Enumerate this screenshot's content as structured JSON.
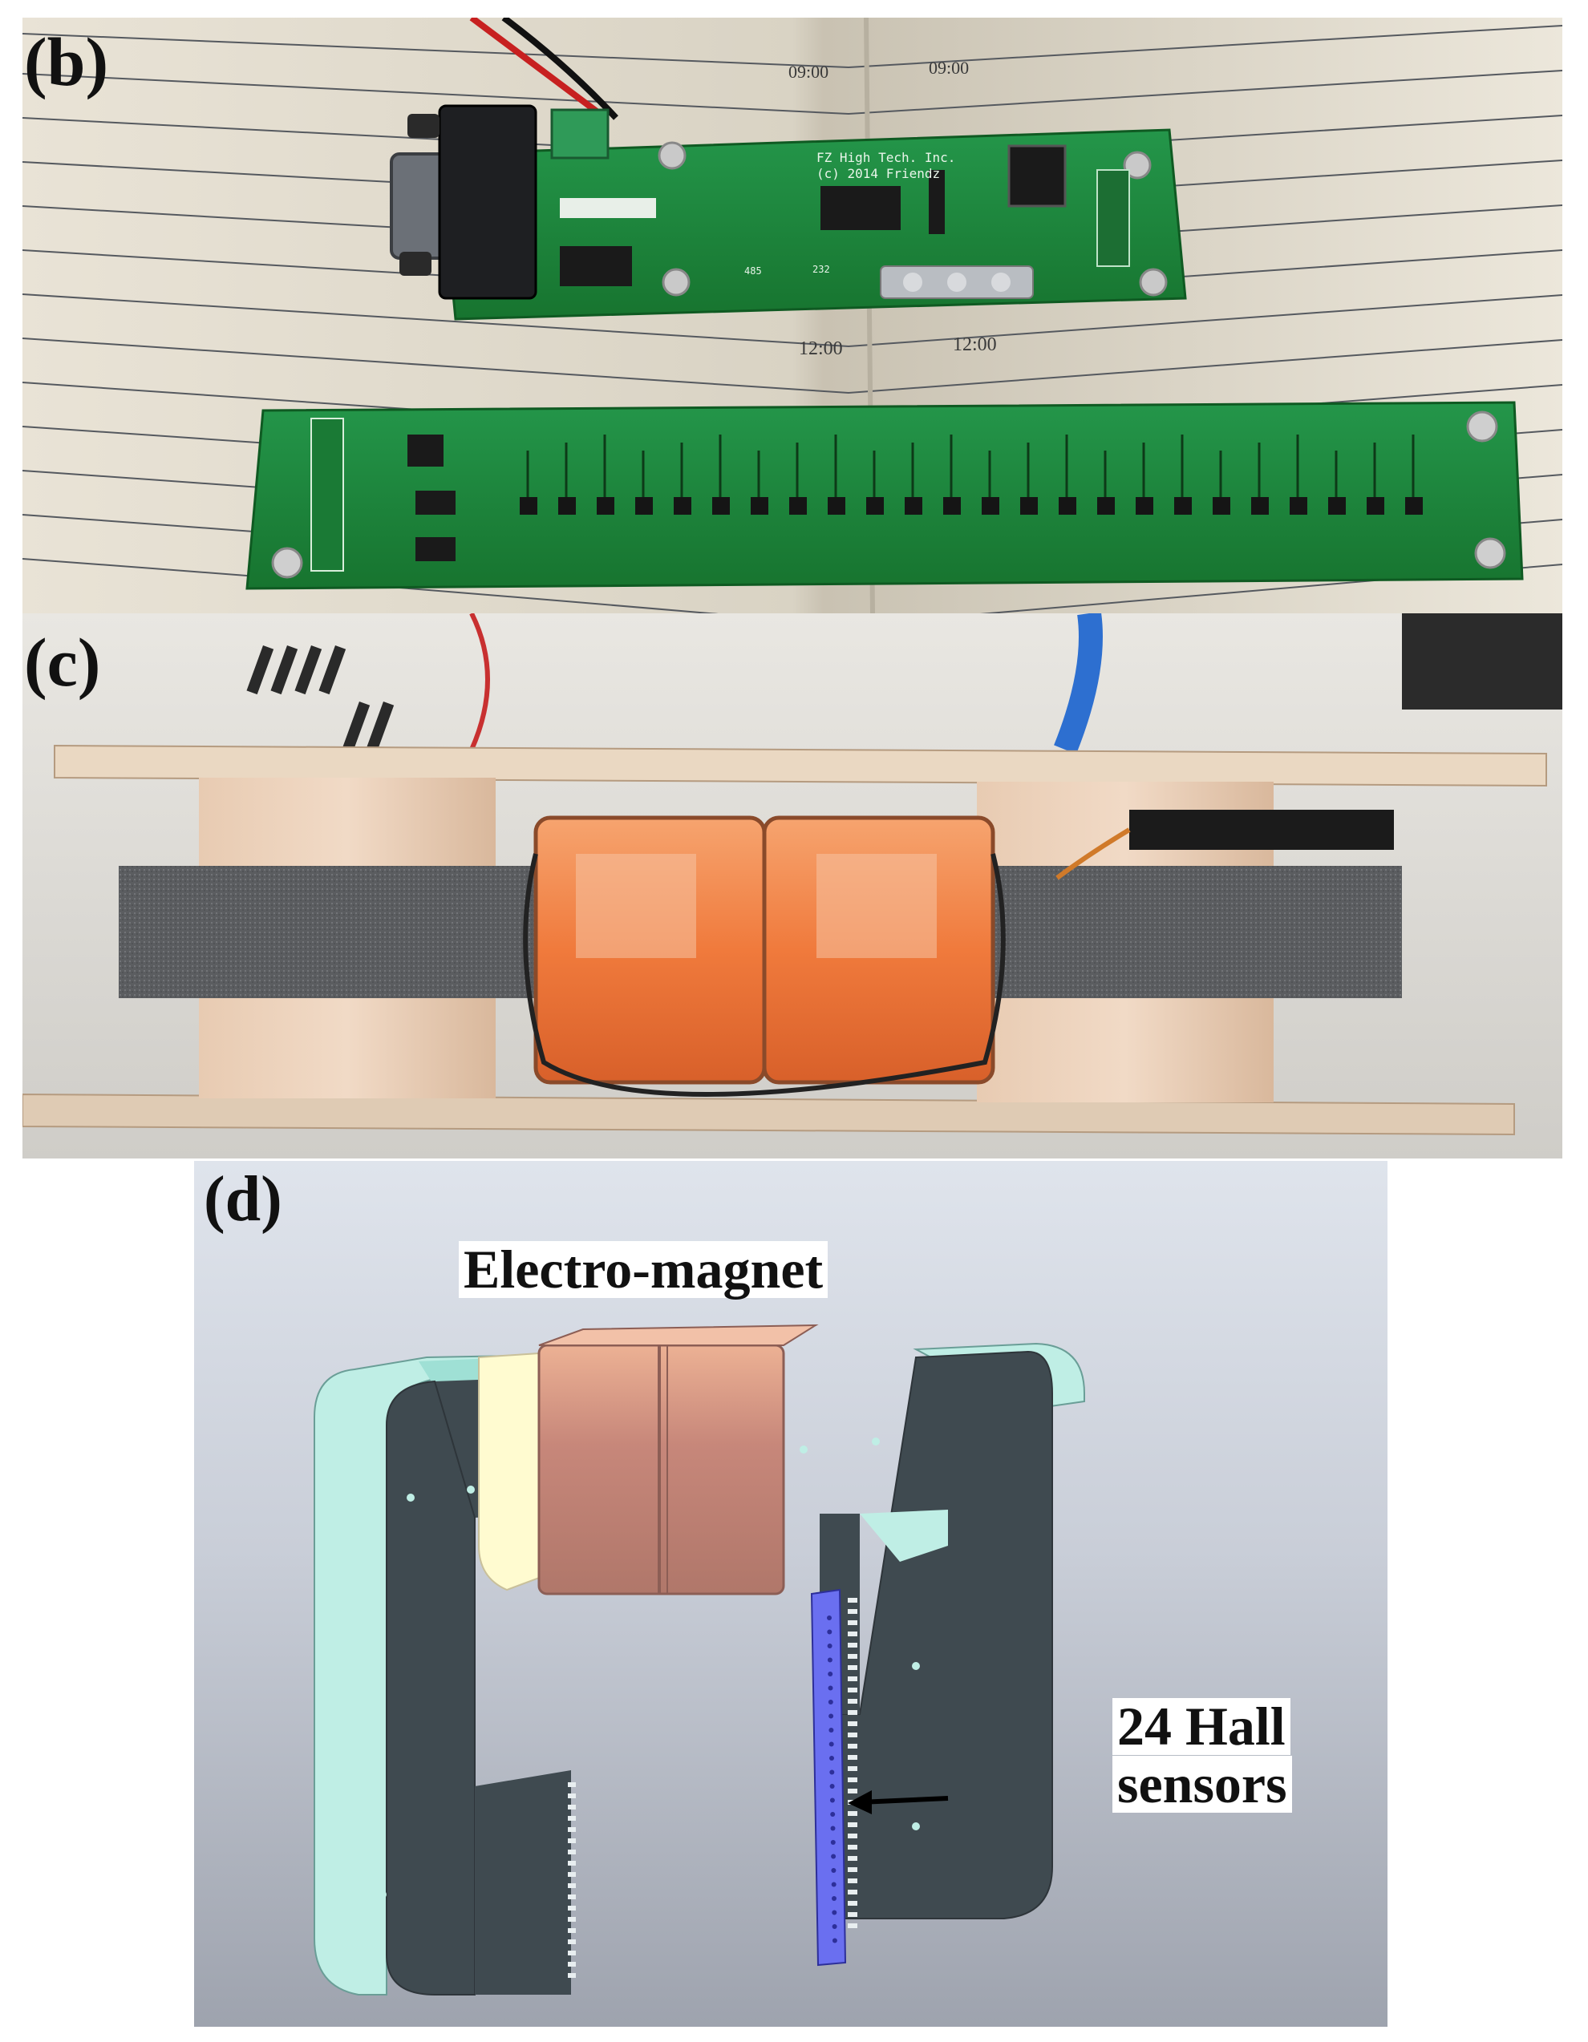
{
  "figure": {
    "panels": [
      {
        "id": "b",
        "label": "(b)"
      },
      {
        "id": "c",
        "label": "(c)"
      },
      {
        "id": "d",
        "label": "(d)"
      }
    ],
    "pcb_text": {
      "company": "FZ High Tech. Inc.",
      "copyright": "(c) 2014 Friendz",
      "time_top_left": "09:00",
      "time_top_right": "09:00",
      "time_bottom_left": "12:00",
      "time_bottom_right": "12:00",
      "jumper_a": "485",
      "jumper_b": "232"
    },
    "annotations": {
      "electromagnet": "Electro-magnet",
      "hall_line1": "24 Hall",
      "hall_line2": "sensors"
    },
    "colors": {
      "pcb_green": "#1e8a3a",
      "coil_orange": "#f07a3c",
      "core_gray": "#3f4a50",
      "sensor_board_blue": "#6a6ff0",
      "coil_cad": "#c7877a"
    }
  }
}
